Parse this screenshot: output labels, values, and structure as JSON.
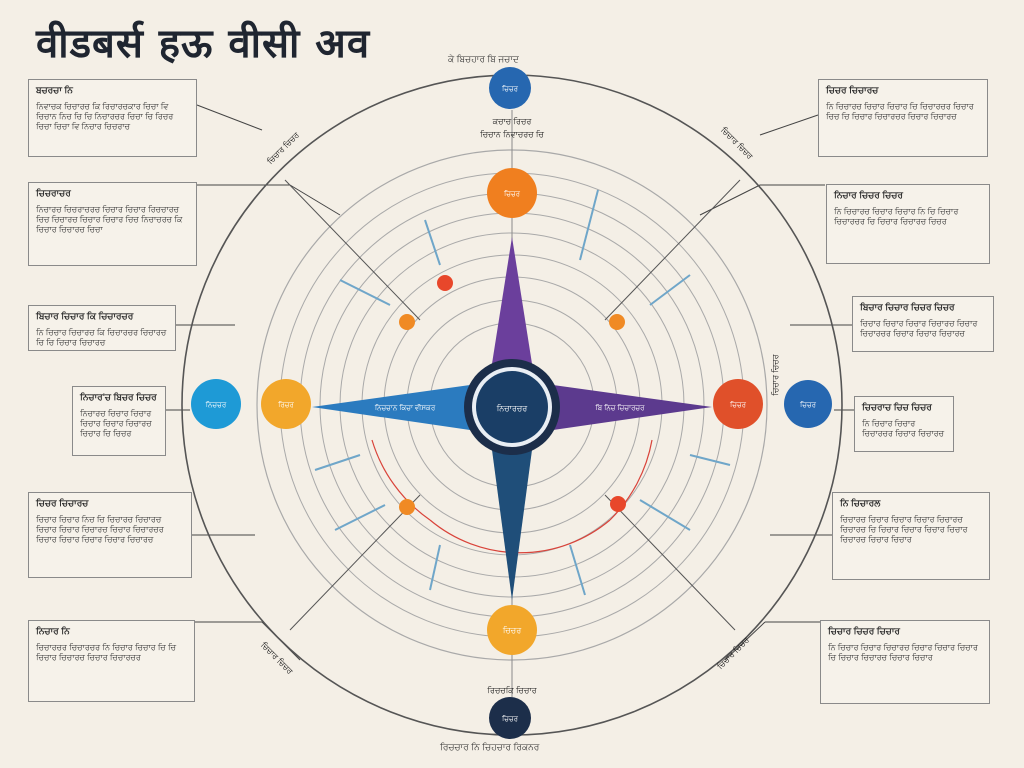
{
  "title": "वीडबर्स हऊ वीसी अव",
  "top_caption": "ਕੇ ਬਿਚਹਾਰ ਬਿ ਜਚਾਦ",
  "bottom_caption": "ਰਿਚਚਾਰ ਨਿ ਚਿਹਚਾਰ ਰਿਕਨਰ",
  "upper_label": "ਕਚਾਚ ਰਿਚਰ",
  "upper_sublabel": "ਚਿਚਾਨ ਨਿਵਾਚਰਚ ਚਿ",
  "lower_label": "ਰਿਚਚਕਿ ਚਿਚਾਰ",
  "center_label": "ਨਿਚਾਰਚਰ",
  "arm_left_label": "ਨਿਚਚਾਨ ਕਿਚਾ ਵੀਸਕਰ",
  "arm_right_label": "ਬਿ ਨਿਚ ਚਿਚਾਰਚਰ",
  "node_labels": {
    "top_outer": "ਚਿਚਰ",
    "top_inner": "ਚਿਚਰ",
    "left_outer": "ਨਿਚਚਰ",
    "left_inner": "ਰਿਚਰ",
    "right_inner": "ਚਿਚਰ",
    "right_outer": "ਚਿਚਰ",
    "bottom_inner": "ਚਿਚਰ",
    "bottom_outer": "ਚਿਚਰ"
  },
  "colors": {
    "purple": "#6b3f9c",
    "blue": "#2b7bbf",
    "navy": "#1f4e79",
    "orange": "#f08a24",
    "red": "#e0502a",
    "gold": "#f2a72b",
    "sky": "#1e9ad6",
    "dark_navy": "#1c2e4a"
  },
  "callouts_left": [
    {
      "title": "ਬਚਰਚਾ ਨਿ",
      "text": "ਨਿਵਾਚਕ ਚਿਚਾਰਚ ਕਿ ਰਿਚਾਰਚਕਾਰ ਚਿਚਾ ਵਿ ਚਿਚਾਨ ਨਿਚ ਚਿ ਚਿ ਨਿਚਾਰਚਰ ਚਿਚਾ ਚਿ ਰਿਚਰ ਚਿਚਾ ਚਿਚਾ ਵਿ ਨਿਚਾਰ ਚਿਚਰਾਚ"
    },
    {
      "title": "ਚਿਚਰਾਚਰ",
      "text": "ਨਿਚਾਰਚ ਚਿਚਰਾਚਰਚ ਚਿਚਾਰ ਚਿਚਾਰ ਰਿਚਚਾਰਚ ਚਿਚ ਚਿਚਾਰਚ ਚਿਚਾਰ ਚਿਚਾਰ ਚਿਚ ਨਿਚਾਚਰਚ ਕਿ ਚਿਚਾਰ ਚਿਚਾਰਚ ਚਿਚਾ"
    },
    {
      "title": "ਬਿਚਾਰ ਚਿਚਾਰ ਕਿ ਚਿਚਾਰਚਰ",
      "text": "ਨਿ ਚਿਚਾਰ ਚਿਚਾਰਚ ਕਿ ਚਿਚਾਰਚਰ ਚਿਚਾਰਚ ਚਿ ਚਿ ਚਿਚਾਰ ਚਿਚਾਰਚ"
    },
    {
      "title": "ਨਿਚਾਰ'ਚ ਬਿਚਰ ਚਿਚਰ",
      "text": "ਨਿਚਾਰਚ ਚਿਚਾਰ ਚਿਚਾਰ ਚਿਚਾਰ ਚਿਚਾਰ ਚਿਚਾਰਚ ਚਿਚਾਰ ਚਿ ਚਿਚਰ"
    },
    {
      "title": "ਚਿਚਰ ਚਿਚਾਰਚ",
      "text": "ਚਿਚਾਰ ਚਿਚਾਰ ਨਿਚ ਚਿ ਚਿਚਾਰਚ ਚਿਚਾਰਚ ਚਿਚਾਰ ਚਿਚਾਰ ਚਿਚਾਰਚ ਚਿਚਾਰ ਚਿਚਾਰਚਰ ਚਿਚਾਰ ਚਿਚਾਰ ਚਿਚਾਰ ਚਿਚਾਰ ਚਿਚਾਰਚ"
    },
    {
      "title": "ਨਿਚਾਰ ਨਿ",
      "text": "ਚਿਚਾਰਚਰ ਚਿਚਾਰਚਰ ਨਿ ਚਿਚਾਰ ਚਿਚਾਰ ਚਿ ਚਿ ਚਿਚਾਰ ਚਿਚਾਰਚ ਚਿਚਾਰ ਚਿਚਾਰਚਰ"
    }
  ],
  "callouts_right": [
    {
      "title": "ਚਿਚਰ ਚਿਚਾਰਚ",
      "text": "ਨਿ ਚਿਚਾਰਚ ਚਿਚਾਰ ਚਿਚਾਰ ਚਿ ਚਿਚਾਰਚਰ ਚਿਚਾਰ ਚਿਚ ਚਿ ਚਿਚਾਰ ਚਿਚਾਰਚਰ ਚਿਚਾਰ ਚਿਚਾਰਚ"
    },
    {
      "title": "ਨਿਚਾਰ ਚਿਚਰ ਚਿਚਰ",
      "text": "ਨਿ ਚਿਚਾਰਚ ਚਿਚਾਰ ਚਿਚਾਰ ਨਿ ਚਿ ਚਿਚਾਰ ਚਿਚਾਰਚਰ ਚਿ ਚਿਚਾਰ ਚਿਚਾਰਚ ਚਿਚਰ"
    },
    {
      "title": "ਬਿਚਾਰ ਚਿਚਾਰ ਚਿਚਰ ਚਿਚਰ",
      "text": "ਚਿਚਾਰ ਚਿਚਾਰ ਚਿਚਾਰ ਚਿਚਾਰਚ ਚਿਚਾਰ ਚਿਚਾਰਚਰ ਚਿਚਾਰ ਚਿਚਾਰ ਚਿਚਾਰਚ"
    },
    {
      "title": "ਚਿਚਰਾਚ ਚਿਚ ਚਿਚਰ",
      "text": "ਨਿ ਚਿਚਾਰ ਚਿਚਾਰ ਚਿਚਾਰਚਰ ਚਿਚਾਰ ਚਿਚਾਰਚ"
    },
    {
      "title": "ਨਿ ਚਿਚਾਰਲ",
      "text": "ਚਿਚਾਰਚ ਚਿਚਾਰ ਚਿਚਾਰ ਚਿਚਾਰ ਚਿਚਾਰਚ ਚਿਚਾਰਚ ਚਿ ਚਿਚਾਰ ਚਿਚਾਰ ਚਿਚਾਰ ਚਿਚਾਰ ਚਿਚਾਰਚ ਚਿਚਾਰ ਚਿਚਾਰ"
    },
    {
      "title": "ਚਿਚਾਰ ਚਿਚਰ ਚਿਚਾਰ",
      "text": "ਨਿ ਚਿਚਾਰ ਚਿਚਾਰ ਚਿਚਾਰਚ ਚਿਚਾਰ ਚਿਚਾਰ ਚਿਚਾਰ ਚਿ ਚਿਚਾਰ ਚਿਚਾਰਚ ਚਿਚਾਰ ਚਿਚਾਰ"
    }
  ],
  "diagonal_labels": [
    "ਚਿਚਾਰ ਚਿਚਰ",
    "ਚਿਚਾਰ ਚਿਚਰ",
    "ਚਿਚਾਰ ਚਿਚਰ",
    "ਚਿਚਾਰ ਚਿਚਰ"
  ],
  "side_label_right": "ਚਿਚਾਰ ਚਿਚਰ"
}
